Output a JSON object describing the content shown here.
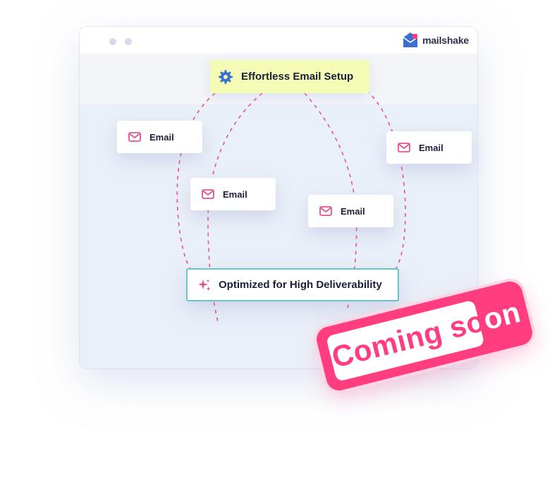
{
  "window": {
    "brand": "mailshake"
  },
  "setup": {
    "label": "Effortless Email Setup",
    "icon": "gear-icon"
  },
  "emails": [
    {
      "label": "Email"
    },
    {
      "label": "Email"
    },
    {
      "label": "Email"
    },
    {
      "label": "Email"
    }
  ],
  "deliverability": {
    "label": "Optimized for High Deliverability",
    "icon": "sparkle-icon"
  },
  "badge": {
    "text_main": "Coming so",
    "text_tail": "on"
  },
  "colors": {
    "accent_pink": "#ff3d7f",
    "setup_bg": "#f4fbb5",
    "border_teal": "#6fc2cf",
    "brand_blue": "#3b6fd1"
  }
}
